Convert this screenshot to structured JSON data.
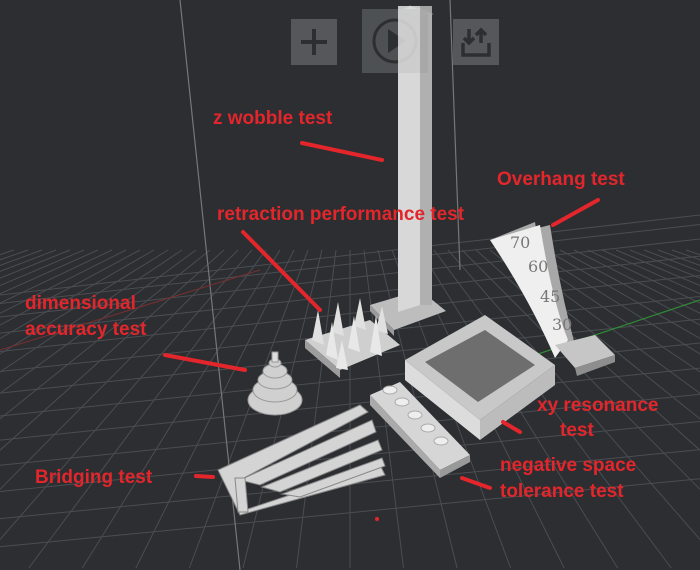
{
  "toolbar": {
    "buttons": [
      {
        "name": "add",
        "icon": "plus-icon"
      },
      {
        "name": "slice",
        "icon": "play-icon"
      },
      {
        "name": "export",
        "icon": "export-icon"
      }
    ]
  },
  "annotations": {
    "z_wobble": "z wobble test",
    "retraction": "retraction performance test",
    "overhang": "Overhang test",
    "dimensional_1": "dimensional",
    "dimensional_2": "accuracy test",
    "xy_1": "xy resonance",
    "xy_2": "test",
    "bridging": "Bridging test",
    "negative_1": "negative space",
    "negative_2": "tolerance test"
  },
  "overhang_angles": [
    "70",
    "60",
    "45",
    "30"
  ],
  "colors": {
    "background": "#2c2e32",
    "annotation": "#e3262b",
    "model": "#d4d4d4",
    "grid": "#45484c"
  }
}
